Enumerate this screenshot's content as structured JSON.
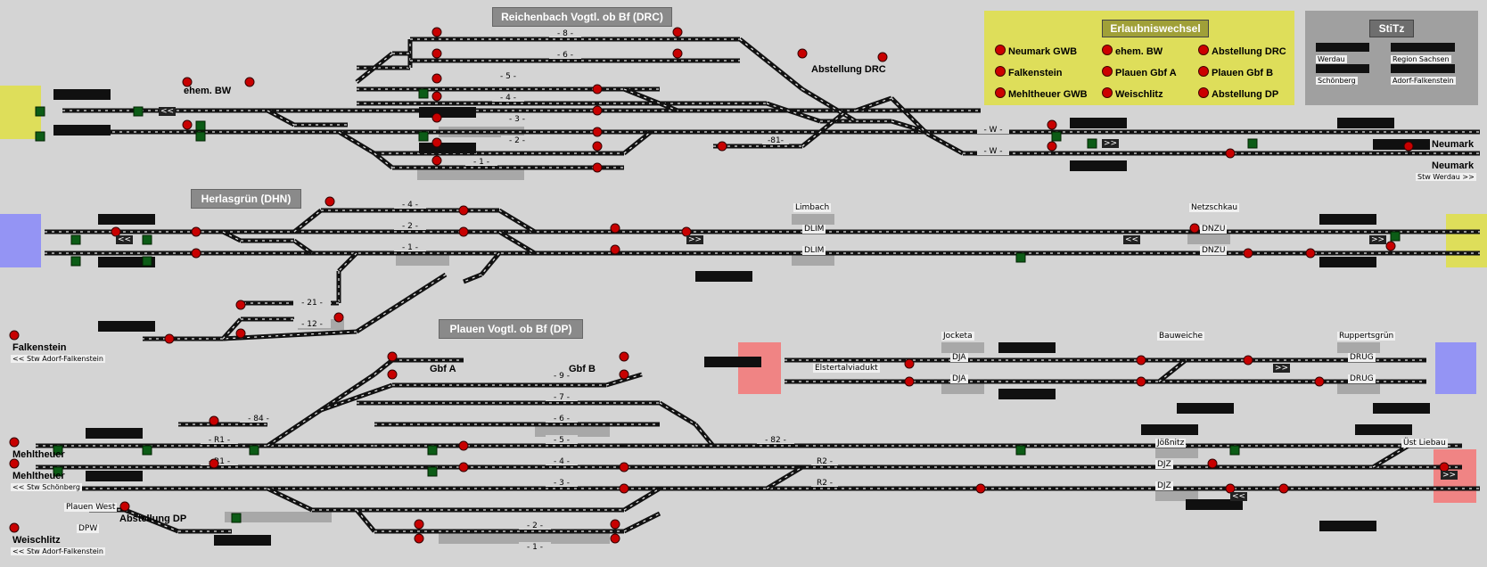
{
  "areas": [
    {
      "id": "drc",
      "title": "Reichenbach Vogtl. ob Bf (DRC)"
    },
    {
      "id": "dhn",
      "title": "Herlasgrün (DHN)"
    },
    {
      "id": "dp",
      "title": "Plauen Vogtl. ob Bf (DP)"
    }
  ],
  "permissions": {
    "title": "Erlaubniswechsel",
    "items": [
      "Neumark GWB",
      "ehem. BW",
      "Abstellung DRC",
      "Falkenstein",
      "Plauen Gbf A",
      "Plauen Gbf B",
      "Mehltheuer GWB",
      "Weischlitz",
      "Abstellung DP"
    ]
  },
  "stitz": {
    "title": "StiTz",
    "items": [
      "Werdau",
      "Region Sachsen",
      "Schönberg",
      "Adorf-Falkenstein"
    ]
  },
  "stations": [
    {
      "name": "ehem. BW"
    },
    {
      "name": "Abstellung DRC"
    },
    {
      "name": "Neumark"
    },
    {
      "name": "Neumark",
      "sub": "Stw Werdau >>"
    },
    {
      "name": "Falkenstein",
      "sub": "<< Stw Adorf-Falkenstein"
    },
    {
      "name": "Mehltheuer"
    },
    {
      "name": "Mehltheuer",
      "sub": "<< Stw Schönberg"
    },
    {
      "name": "Weischlitz",
      "sub": "<< Stw Adorf-Falkenstein"
    },
    {
      "name": "Gbf A"
    },
    {
      "name": "Gbf B"
    },
    {
      "name": "Abstellung DP"
    }
  ],
  "places": [
    "Limbach",
    "Netzschkau",
    "Jocketa",
    "Bauweiche",
    "Ruppertsgrün",
    "Jößnitz",
    "Üst Liebau",
    "Elstertalviadukt",
    "Plauen West"
  ],
  "abbreviations": [
    "DLIM",
    "DLIM",
    "DNZU",
    "DNZU",
    "DJA",
    "DJA",
    "DRUG",
    "DRUG",
    "DJZ",
    "DJZ",
    "DPW"
  ],
  "tracks": {
    "drc": [
      "- 8 -",
      "- 6 -",
      "- 5 -",
      "- 4 -",
      "- 3 -",
      "- 2 -",
      "- 1 -"
    ],
    "dhn": [
      "- 4 -",
      "- 2 -",
      "- 1 -",
      "- 21 -",
      "- 12 -"
    ],
    "dp": [
      "- 9 -",
      "- 7 -",
      "- 6 -",
      "- 5 -",
      "- 4 -",
      "- 3 -",
      "- 2 -",
      "- 1 -",
      "- 84 -",
      "- R1 -",
      "- R1 -",
      "- 82 -",
      "R2 -",
      "R2 -"
    ],
    "neumark": [
      "- W -",
      "- W -",
      "-81-"
    ]
  },
  "markers": [
    "<<",
    "<<",
    ">>",
    ">>",
    "<<",
    ">>",
    ">>",
    ">>",
    "<<"
  ],
  "colors": {
    "background": "#d4d4d4",
    "track": "#111111",
    "signal_red": "#c80000",
    "signal_green": "#0c5c16",
    "yellow_zone": "#dede5a",
    "blue_zone": "#9494f4",
    "red_zone": "#f08484",
    "panel_grey": "#a0a0a0",
    "header_grey": "#8a8a8a"
  }
}
